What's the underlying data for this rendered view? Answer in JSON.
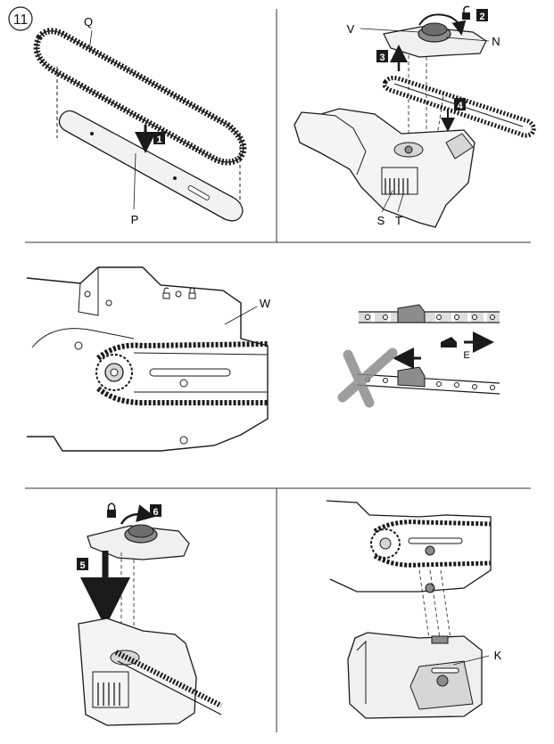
{
  "page": {
    "number": "11"
  },
  "panel_top_left": {
    "label_chain": "Q",
    "label_bar": "P",
    "step_badge": "1"
  },
  "panel_top_right": {
    "label_cover": "V",
    "label_knob": "N",
    "label_sprocket": "S",
    "label_mount": "T",
    "step_unlock": "2",
    "step_lift": "3",
    "step_insert": "4"
  },
  "panel_middle": {
    "label_window": "W",
    "label_direction": "E"
  },
  "panel_bottom_left": {
    "step_refit": "5",
    "step_lock": "6"
  },
  "panel_bottom_right": {
    "label_groove": "K"
  },
  "colors": {
    "ink": "#1a1a1a",
    "gray_fill": "#8c8c8c",
    "light_fill": "#d6d6d6",
    "divider": "#333333"
  },
  "icons": {
    "unlocked": "padlock-open-icon",
    "locked": "padlock-closed-icon",
    "rotate": "curved-arrow-icon",
    "arrow": "straight-arrow-icon",
    "cross": "x-mark-icon"
  }
}
